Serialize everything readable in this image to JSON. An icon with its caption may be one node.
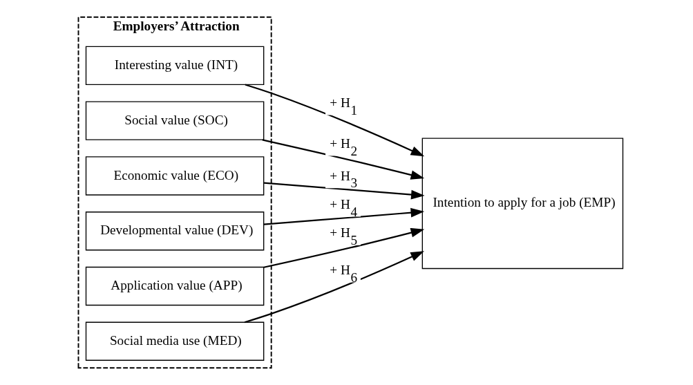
{
  "diagram": {
    "nodes": [
      {
        "text": [
          "Employers’ Attraction"
        ]
      },
      {
        "text": [
          "Interesting value (INT)"
        ],
        "in": 0
      },
      {
        "text": [
          "Social value (SOC)"
        ],
        "in": 0
      },
      {
        "text": [
          "Economic value (ECO)"
        ],
        "in": 0
      },
      {
        "text": [
          "Developmental value (DEV)"
        ],
        "in": 0
      },
      {
        "text": [
          "Application value (APP)"
        ],
        "in": 0
      },
      {
        "text": [
          "Social media use (MED)"
        ],
        "in": 0
      },
      {
        "text": [
          "Intention to apply for a job (EMP)"
        ]
      }
    ],
    "edges": [
      {
        "from": 1,
        "to": 7,
        "arrow": "to",
        "label": "+ H$_{1}$"
      },
      {
        "from": 2,
        "to": 7,
        "arrow": "to",
        "label": "+ H$_{2}$"
      },
      {
        "from": 3,
        "to": 7,
        "arrow": "to",
        "label": "+ H$_{3}$"
      },
      {
        "from": 4,
        "to": 7,
        "arrow": "to",
        "label": "+ H$_{4}$"
      },
      {
        "from": 5,
        "to": 7,
        "arrow": "to",
        "label": "+ H$_{5}$"
      },
      {
        "from": 6,
        "to": 7,
        "arrow": "to",
        "label": "+ H$_{6}$"
      }
    ]
  }
}
